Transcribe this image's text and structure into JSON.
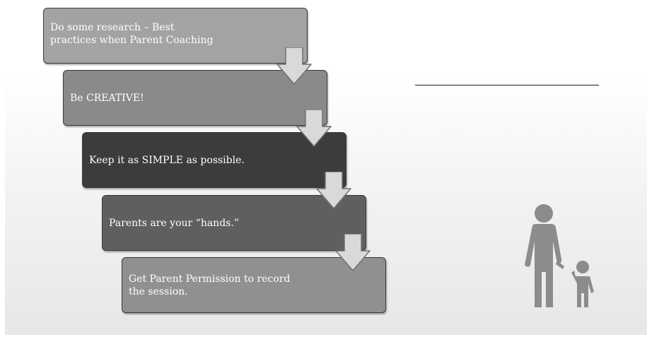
{
  "steps": [
    {
      "text": "Do some research – Best\npractices when Parent Coaching",
      "fill": "#a3a3a3"
    },
    {
      "text": "Be CREATIVE!",
      "fill": "#8a8a8a"
    },
    {
      "text": "Keep it as SIMPLE as possible.",
      "fill": "#3c3c3c"
    },
    {
      "text": "Parents are your “hands.”",
      "fill": "#5f5f5f"
    },
    {
      "text": "Get Parent Permission to record\nthe session.",
      "fill": "#909090"
    }
  ],
  "colors": {
    "arrow_fill": "#d9d9d9",
    "arrow_stroke": "#707070",
    "icon_fill": "#8c8c8c"
  },
  "icons": {
    "connector": "down-arrow-icon",
    "illustration": "parent-and-child-icon"
  }
}
